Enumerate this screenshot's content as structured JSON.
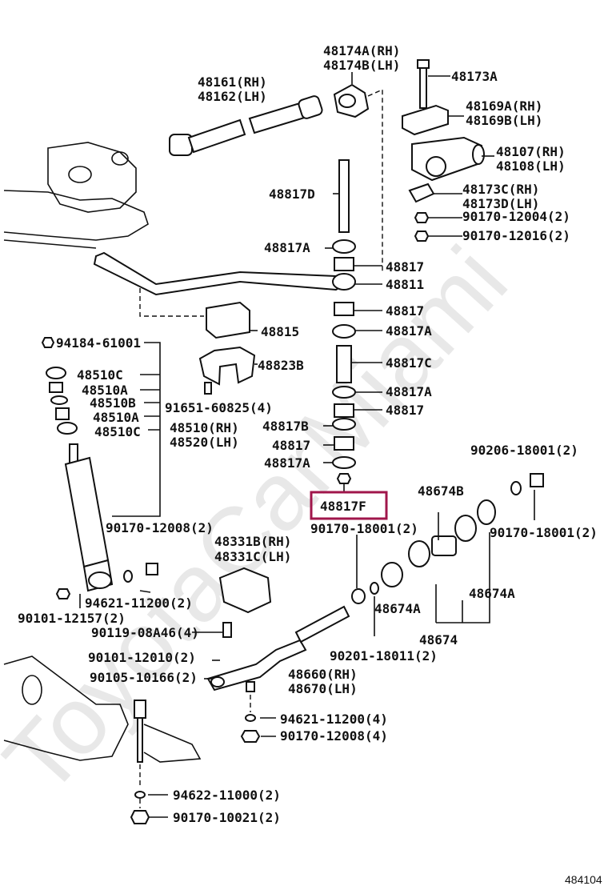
{
  "watermark": "ToyotaCarMiami",
  "diagram_id": "484104",
  "highlight_color": "#a0164b",
  "highlighted_part": "48817F",
  "labels": {
    "p48174A": "48174A(RH)",
    "p48174B": "48174B(LH)",
    "p48173A": "48173A",
    "p48161": "48161(RH)",
    "p48162": "48162(LH)",
    "p48169A": "48169A(RH)",
    "p48169B": "48169B(LH)",
    "p48107": "48107(RH)",
    "p48108": "48108(LH)",
    "p48817D": "48817D",
    "p48173C": "48173C(RH)",
    "p48173D": "48173D(LH)",
    "p90170_12004": "90170-12004(2)",
    "p90170_12016": "90170-12016(2)",
    "p48817A_1": "48817A",
    "p48817_1": "48817",
    "p48811": "48811",
    "p48817_2": "48817",
    "p48815": "48815",
    "p48817A_2": "48817A",
    "p94184": "94184-61001",
    "p48823B": "48823B",
    "p48817C": "48817C",
    "p48510C_1": "48510C",
    "p48510A_1": "48510A",
    "p48510B": "48510B",
    "p48817A_3": "48817A",
    "p91651": "91651-60825(4)",
    "p48817_3": "48817",
    "p48510A_2": "48510A",
    "p48817B": "48817B",
    "p48510": "48510(RH)",
    "p48510C_2": "48510C",
    "p48520": "48520(LH)",
    "p48817_4": "48817",
    "p48817A_4": "48817A",
    "p90206": "90206-18001(2)",
    "p48817F": "48817F",
    "p48674B": "48674B",
    "p90170_12008_a": "90170-12008(2)",
    "p90170_18001_a": "90170-18001(2)",
    "p90170_18001_b": "90170-18001(2)",
    "p48331B": "48331B(RH)",
    "p48331C": "48331C(LH)",
    "p94621_a": "94621-11200(2)",
    "p48674A_1": "48674A",
    "p48674A_2": "48674A",
    "p90101_12157": "90101-12157(2)",
    "p90119": "90119-08A46(4)",
    "p48674": "48674",
    "p90201": "90201-18011(2)",
    "p90101_12010": "90101-12010(2)",
    "p48660": "48660(RH)",
    "p90105": "90105-10166(2)",
    "p48670": "48670(LH)",
    "p94621_b": "94621-11200(4)",
    "p90170_12008_b": "90170-12008(4)",
    "p94622": "94622-11000(2)",
    "p90170_10021": "90170-10021(2)"
  }
}
